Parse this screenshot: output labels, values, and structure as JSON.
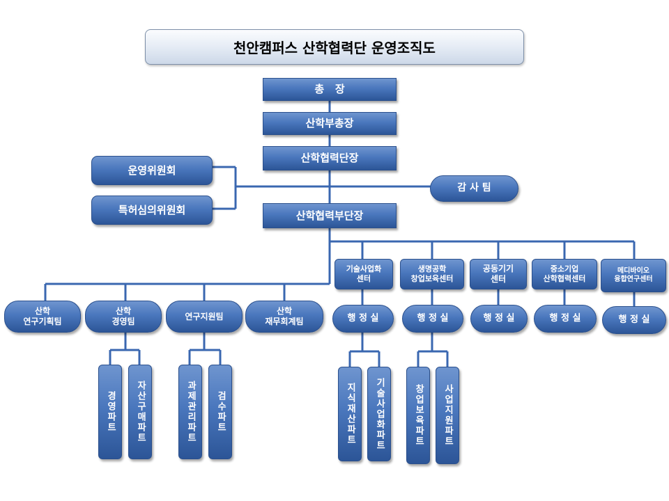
{
  "title": "천안캠퍼스 산학협력단 운영조직도",
  "chain": {
    "president": "총   장",
    "vice_president": "산학부총장",
    "director": "산학협력단장",
    "deputy_director": "산학협력부단장"
  },
  "committees": {
    "operating": "운영위원회",
    "patent": "특허심의위원회",
    "audit": "감 사 팀"
  },
  "teams": [
    "산학\n연구기획팀",
    "산학\n경영팀",
    "연구지원팀",
    "산학\n재무회계팀"
  ],
  "centers": [
    "기술사업화\n센터",
    "생명공학\n창업보육센터",
    "공동기기\n센터",
    "중소기업\n산학협력센터",
    "메디바이오\n융합연구센터"
  ],
  "admin_office": "행 정 실",
  "parts": {
    "mgmt": [
      "경영파트",
      "자산구매파트"
    ],
    "research": [
      "과제관리파트",
      "검수파트"
    ],
    "tech": [
      "지식재산파트",
      "기술사업화파트"
    ],
    "bio": [
      "창업보육파트",
      "사업지원파트"
    ]
  },
  "colors": {
    "box_top": "#6f95cf",
    "box_bottom": "#2c5597",
    "connector": "#3a67b0"
  }
}
